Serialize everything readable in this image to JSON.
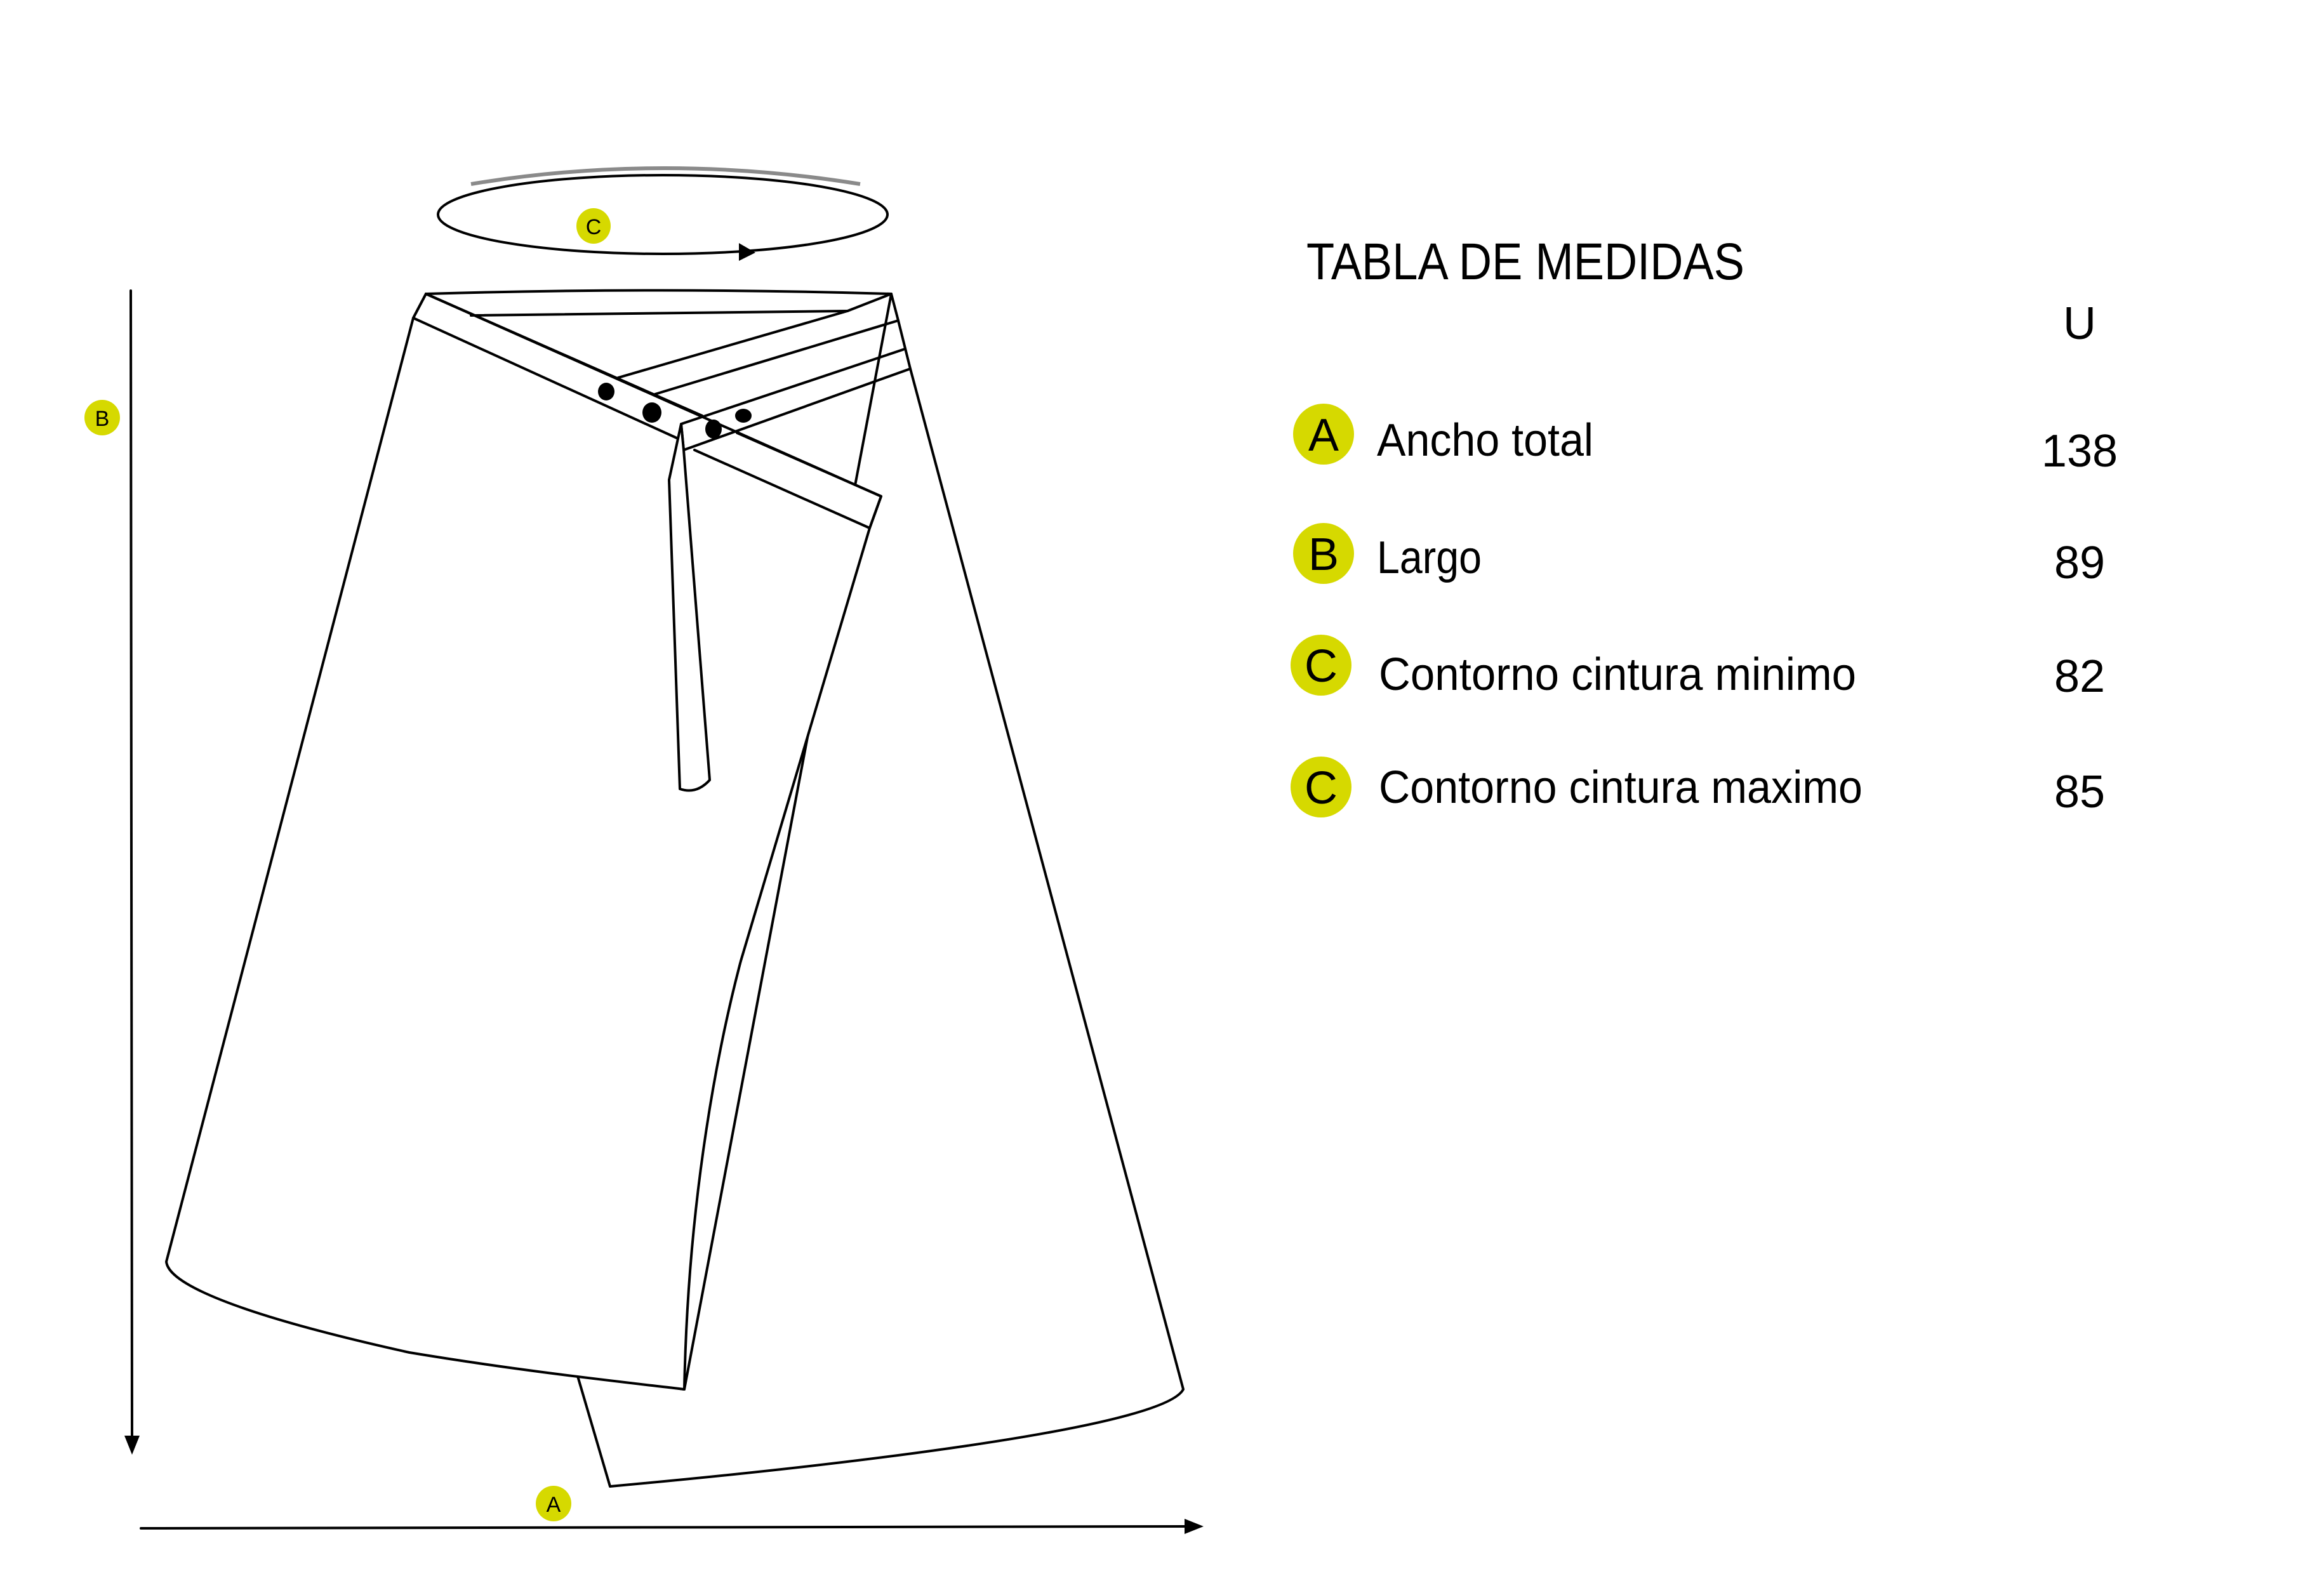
{
  "accent_color": "#d6d900",
  "diagram": {
    "labels": {
      "waist": "C",
      "length": "B",
      "width": "A"
    }
  },
  "table": {
    "title": "TABLA DE MEDIDAS",
    "size_header": "U",
    "rows": [
      {
        "key": "A",
        "label": "Ancho total",
        "value": "138"
      },
      {
        "key": "B",
        "label": "Largo",
        "value": "89"
      },
      {
        "key": "C",
        "label": "Contorno cintura minimo",
        "value": "82"
      },
      {
        "key": "C",
        "label": "Contorno cintura maximo",
        "value": "85"
      }
    ]
  }
}
